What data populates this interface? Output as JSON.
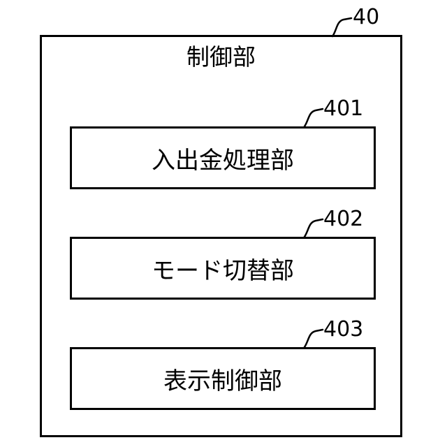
{
  "controller": {
    "ref": "40",
    "title": "制御部"
  },
  "units": [
    {
      "ref": "401",
      "label": "入出金処理部"
    },
    {
      "ref": "402",
      "label": "モード切替部"
    },
    {
      "ref": "403",
      "label": "表示制御部"
    }
  ]
}
